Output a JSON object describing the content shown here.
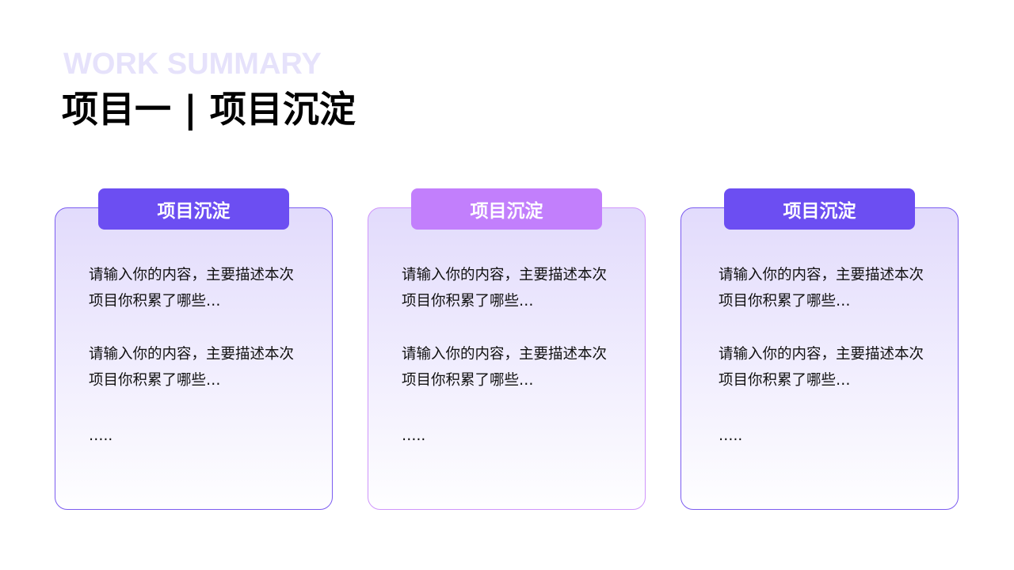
{
  "header": {
    "eyebrow": "WORK SUMMARY",
    "title": "项目一 | 项目沉淀"
  },
  "colors": {
    "primary": "#6c4ef2",
    "secondary": "#c27ffc"
  },
  "cards": [
    {
      "tab": "项目沉淀",
      "p1_l1": "请输入你的内容，主要描述本次",
      "p1_l2": "项目你积累了哪些…",
      "p2_l1": "请输入你的内容，主要描述本次",
      "p2_l2": "项目你积累了哪些…",
      "ellipsis": "….."
    },
    {
      "tab": "项目沉淀",
      "p1_l1": "请输入你的内容，主要描述本次",
      "p1_l2": "项目你积累了哪些…",
      "p2_l1": "请输入你的内容，主要描述本次",
      "p2_l2": "项目你积累了哪些…",
      "ellipsis": "….."
    },
    {
      "tab": "项目沉淀",
      "p1_l1": "请输入你的内容，主要描述本次",
      "p1_l2": "项目你积累了哪些…",
      "p2_l1": "请输入你的内容，主要描述本次",
      "p2_l2": "项目你积累了哪些…",
      "ellipsis": "….."
    }
  ]
}
